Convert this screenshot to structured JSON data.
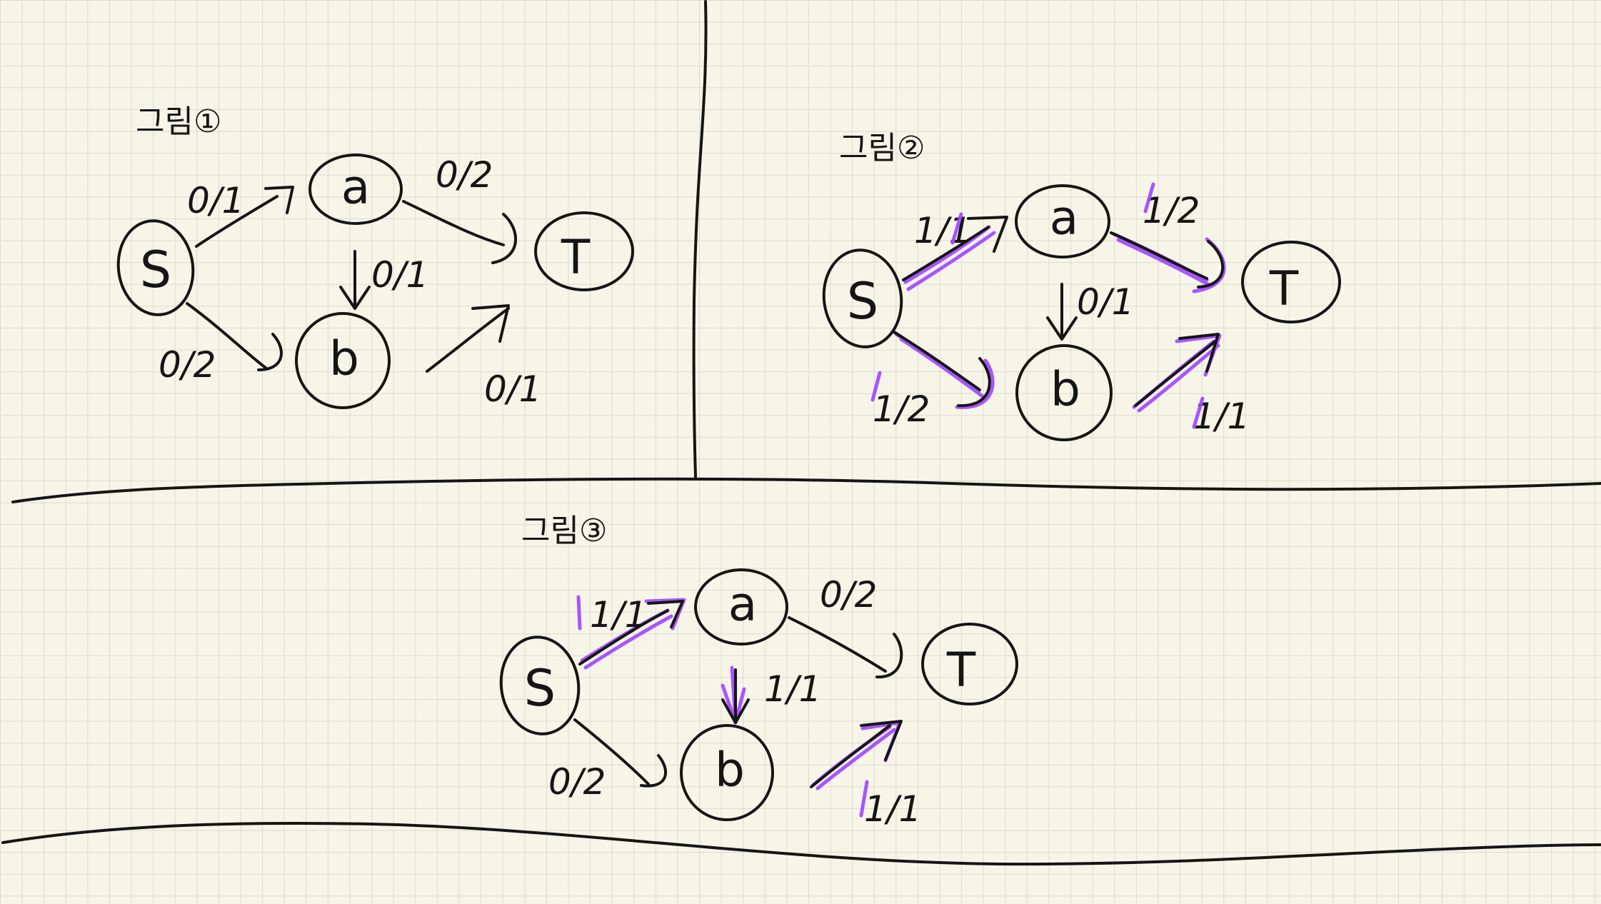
{
  "colors": {
    "paper": "#f7f5e8",
    "grid": "#d9dccf",
    "ink": "#151515",
    "highlight": "#a34cff"
  },
  "panels": [
    {
      "title": "그림①",
      "nodes": {
        "s": "S",
        "a": "a",
        "b": "b",
        "t": "T"
      },
      "edges": {
        "sa": {
          "label": "0/1"
        },
        "at": {
          "label": "0/2"
        },
        "ab": {
          "label": "0/1"
        },
        "sb": {
          "label": "0/2"
        },
        "bt": {
          "label": "0/1"
        }
      }
    },
    {
      "title": "그림②",
      "nodes": {
        "s": "S",
        "a": "a",
        "b": "b",
        "t": "T"
      },
      "edges": {
        "sa": {
          "label": "1/1"
        },
        "at": {
          "label": "1/2"
        },
        "ab": {
          "label": "0/1"
        },
        "sb": {
          "label": "1/2"
        },
        "bt": {
          "label": "1/1"
        }
      }
    },
    {
      "title": "그림③",
      "nodes": {
        "s": "S",
        "a": "a",
        "b": "b",
        "t": "T"
      },
      "edges": {
        "sa": {
          "label": "1/1"
        },
        "at": {
          "label": "0/2"
        },
        "ab": {
          "label": "1/1"
        },
        "sb": {
          "label": "0/2"
        },
        "bt": {
          "label": "1/1"
        }
      }
    }
  ]
}
